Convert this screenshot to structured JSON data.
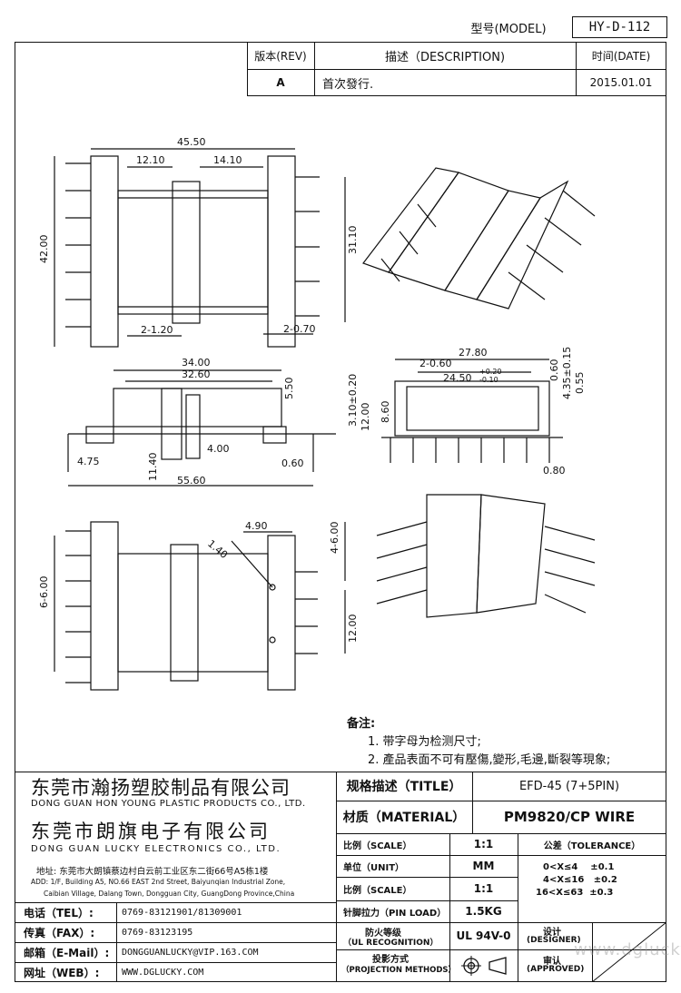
{
  "header": {
    "model_label": "型号(MODEL)",
    "model_value": "HY-D-112",
    "rev_label": "版本(REV)",
    "desc_label": "描述（DESCRIPTION)",
    "date_label": "时间(DATE)",
    "rev_value": "A",
    "desc_value": "首次發行.",
    "date_value": "2015.01.01"
  },
  "dimensions": {
    "top_width": "45.50",
    "top_left": "12.10",
    "top_right": "14.10",
    "height_left": "42.00",
    "height_right": "31.10",
    "bottom_left": "2-1.20",
    "bottom_right": "2-0.70",
    "side_w1": "34.00",
    "side_w2": "32.60",
    "side_h": "5.50",
    "side_pin": "4.75",
    "side_h2": "11.40",
    "side_mid": "4.00",
    "side_total": "55.60",
    "side_pin2": "0.60",
    "front_w": "27.80",
    "front_slot": "2-0.60",
    "front_inner": "24.50",
    "front_tol_plus": "+0.20",
    "front_tol_minus": "-0.10",
    "front_r1": "0.60",
    "front_r2": "4.35±0.15",
    "front_r3": "0.55",
    "front_l1": "3.10±0.20",
    "front_l2": "12.00",
    "front_l3": "8.60",
    "front_pin": "0.80",
    "bot_dia": "1.40",
    "bot_w": "4.90",
    "bot_pitch_r": "4-6.00",
    "bot_pitch_l": "6-6.00",
    "bot_h": "12.00"
  },
  "notes": {
    "title": "备注:",
    "n1": "1. 带字母为检测尺寸;",
    "n2": "2. 產品表面不可有壓傷,變形,毛邊,斷裂等現象;"
  },
  "company": {
    "cn1": "东莞市瀚扬塑胶制品有限公司",
    "en1": "DONG GUAN HON YOUNG PLASTIC PRODUCTS CO., LTD.",
    "cn2": "东莞市朗旗电子有限公司",
    "en2": "DONG GUAN LUCKY ELECTRONICS CO., LTD.",
    "addr_cn": "地址: 东莞市大朗镇蔡边村白云前工业区东二街66号A5栋1楼",
    "addr_en1": "ADD: 1/F, Building A5, NO.66 EAST 2nd Street, Baiyunqian Industrial Zone,",
    "addr_en2": "Caibian Village, Dalang Town, Dongguan City, GuangDong Province,China"
  },
  "contact": {
    "tel_label": "电话（TEL）:",
    "tel_value": "0769-83121901/81309001",
    "fax_label": "传真（FAX）:",
    "fax_value": "0769-83123195",
    "mail_label": "邮箱（E-Mail）:",
    "mail_value": "DONGGUANLUCKY@VIP.163.COM",
    "web_label": "网址（WEB）:",
    "web_value": "WWW.DGLUCKY.COM"
  },
  "spec": {
    "title_label": "规格描述（TITLE）",
    "title_value": "EFD-45 (7+5PIN)",
    "material_label": "材质（MATERIAL）",
    "material_value": "PM9820/CP WIRE",
    "scale_label": "比例（SCALE）",
    "scale_value": "1:1",
    "tol_label": "公差（TOLERANCE）",
    "unit_label": "单位（UNIT）",
    "unit_value": "MM",
    "scale2_label": "比例（SCALE）",
    "scale2_value": "1:1",
    "pin_label": "针脚拉力（PIN LOAD）",
    "pin_value": "1.5KG",
    "ul_label1": "防火等级",
    "ul_label2": "（UL RECOGNITION）",
    "ul_value": "UL 94V-0",
    "proj_label1": "投影方式",
    "proj_label2": "（PROJECTION METHODS）",
    "tol1": "0<X≤4    ±0.1",
    "tol2": "4<X≤16   ±0.2",
    "tol3": "16<X≤63  ±0.3",
    "designer1": "设计",
    "designer2": "(DESIGNER)",
    "approved1": "审认",
    "approved2": "(APPROVED)"
  },
  "watermark": "www.dglucky.com"
}
